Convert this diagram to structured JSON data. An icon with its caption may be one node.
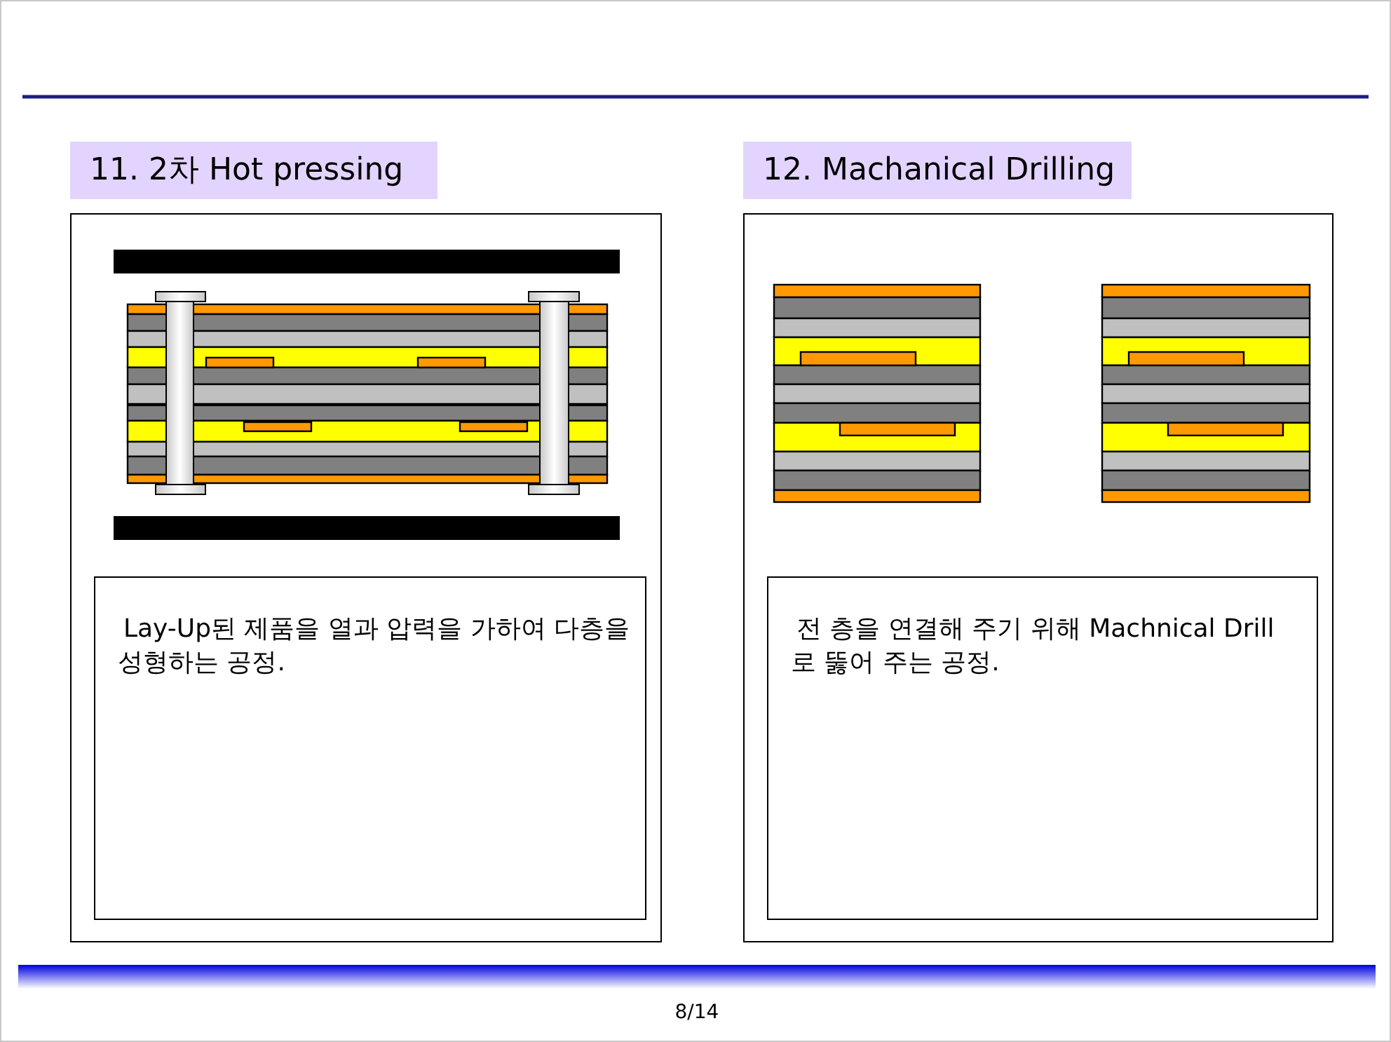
{
  "diagram": {
    "nodes": [
      {
        "text": [
          "11. 2차 Hot pressing"
        ]
      },
      {
        "text": [],
        "shape": "box"
      },
      {
        "text": [
          "Lay-Up된 제품을 열과 압력을 가하여 다층을 성형하는 공정."
        ],
        "in": 1
      },
      {
        "text": [
          "12. Machanical Drilling"
        ]
      },
      {
        "text": [],
        "shape": "box"
      },
      {
        "text": [
          "전 층을 연결해 주기 위해 Machnical Drill 로 뚫어 주는 공정."
        ],
        "in": 4
      }
    ],
    "edges": [],
    "labels": [
      "8/14"
    ]
  }
}
